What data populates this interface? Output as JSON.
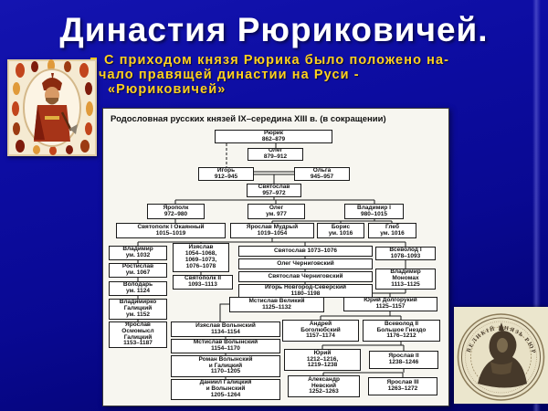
{
  "slide": {
    "title": "Династия Рюриковичей.",
    "bullet_lines": [
      "С приходом князя Рюрика было положено на-",
      "чало правящей династии на Руси -",
      "«Рюриковичей»"
    ]
  },
  "diagram": {
    "header": "Родословная русских князей IX–середина XIII в. (в сокращении)",
    "nodes": {
      "rurik": {
        "lines": [
          "Рюрик",
          "862–879"
        ]
      },
      "oleg1": {
        "lines": [
          "Олег",
          "879–912"
        ]
      },
      "igor": {
        "lines": [
          "Игорь",
          "912–945"
        ]
      },
      "olga": {
        "lines": [
          "Ольга",
          "945–957"
        ]
      },
      "svyatoslav1": {
        "lines": [
          "Святослав",
          "957–972"
        ]
      },
      "yaropolk": {
        "lines": [
          "Ярополк",
          "972–980"
        ]
      },
      "oleg2": {
        "lines": [
          "Олег",
          "ум. 977"
        ]
      },
      "vladimir1": {
        "lines": [
          "Владимир I",
          "980–1015"
        ]
      },
      "svyatopolk1": {
        "lines": [
          "Святополк I Окаянный",
          "1015–1019"
        ]
      },
      "yaroslav_mudry": {
        "lines": [
          "Ярослав Мудрый",
          "1019–1054"
        ]
      },
      "boris": {
        "lines": [
          "Борис",
          "ум. 1016"
        ]
      },
      "gleb": {
        "lines": [
          "Глеб",
          "ум. 1016"
        ]
      },
      "vladimir2": {
        "lines": [
          "Владимир",
          "ум. 1032"
        ]
      },
      "izyaslav": {
        "lines": [
          "Изяслав",
          "1054–1068,",
          "1069–1073,",
          "1076–1078"
        ]
      },
      "svyatoslav2": {
        "lines": [
          "Святослав 1073–1076"
        ]
      },
      "oleg_chern": {
        "lines": [
          "Олег Черниговский"
        ]
      },
      "svyatoslav_chern": {
        "lines": [
          "Святослав Черниговский"
        ]
      },
      "igor_novgorod": {
        "lines": [
          "Игорь Новгород-Северский",
          "1180–1198"
        ]
      },
      "vsevolod1": {
        "lines": [
          "Всеволод I",
          "1078–1093"
        ]
      },
      "rostislav": {
        "lines": [
          "Ростислав",
          "ум. 1067"
        ]
      },
      "volodar": {
        "lines": [
          "Володарь",
          "ум. 1124"
        ]
      },
      "svyatopolk2": {
        "lines": [
          "Святополк II",
          "1093–1113"
        ]
      },
      "vladimirko": {
        "lines": [
          "Владимирко",
          "Галицкий",
          "ум. 1152"
        ]
      },
      "monomakh": {
        "lines": [
          "Владимир",
          "Мономах",
          "1113–1125"
        ]
      },
      "mstislav_v": {
        "lines": [
          "Мстислав Великий",
          "1125–1132"
        ]
      },
      "yuri_dolg": {
        "lines": [
          "Юрий Долгорукий",
          "1125–1157"
        ]
      },
      "yaroslav_osm": {
        "lines": [
          "Ярослав",
          "Осмомысл",
          "Галицкий",
          "1153–1187"
        ]
      },
      "izyaslav_vol": {
        "lines": [
          "Изяслав Волынский",
          "1134–1154"
        ]
      },
      "andrey": {
        "lines": [
          "Андрей",
          "Боголюбский",
          "1157–1174"
        ]
      },
      "vsevolod2": {
        "lines": [
          "Всеволод II",
          "Большое Гнездо",
          "1176–1212"
        ]
      },
      "mstislav_vol": {
        "lines": [
          "Мстислав Волынский",
          "1154–1170"
        ]
      },
      "roman": {
        "lines": [
          "Роман Волынский",
          "и Галицкий",
          "1170–1205"
        ]
      },
      "yuri2": {
        "lines": [
          "Юрий",
          "1212–1216,",
          "1219–1238"
        ]
      },
      "yaroslav2": {
        "lines": [
          "Ярослав II",
          "1238–1246"
        ]
      },
      "daniil": {
        "lines": [
          "Даниил Галицкий",
          "и Волынский",
          "1205–1264"
        ]
      },
      "alexander": {
        "lines": [
          "Александр",
          "Невский",
          "1252–1263"
        ]
      },
      "yaroslav3": {
        "lines": [
          "Ярослав III",
          "1263–1272"
        ]
      }
    }
  },
  "coin": {
    "caption": "ВЕЛИКІЙ КНЯЗЬ РЮРИКЪ"
  },
  "colors": {
    "background_blue": "#0d0da2",
    "title_text": "#ffffff",
    "bullet_text": "#ffd21e",
    "panel_bg": "#f7f6f0",
    "box_border": "#1a1a1a"
  }
}
